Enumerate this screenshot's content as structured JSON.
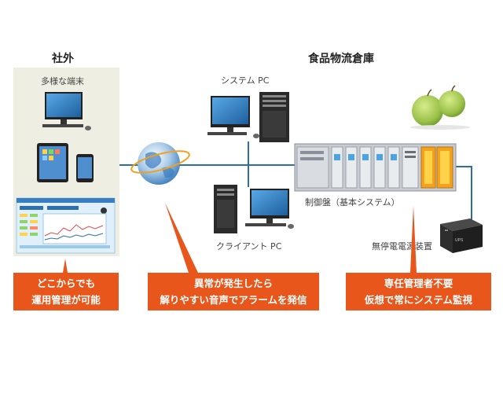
{
  "outside": {
    "title": "社外",
    "devices_label": "多様な端末"
  },
  "warehouse": {
    "title": "食品物流倉庫",
    "system_pc_label": "システム PC",
    "client_pc_label": "クライアント PC",
    "control_panel_label": "制御盤（基本システム）",
    "ups_label": "無停電電源装置",
    "ups_badge": "UPS"
  },
  "callouts": [
    {
      "line1": "どこからでも",
      "line2": "運用管理が可能"
    },
    {
      "line1": "異常が発生したら",
      "line2": "解りやすい音声でアラームを発信"
    },
    {
      "line1": "専任管理者不要",
      "line2": "仮想で常にシステム監視"
    }
  ],
  "colors": {
    "network_line": "#2c6fa8",
    "callout_bg": "#e8561b",
    "panel_bg": "#eeeee2",
    "apple": "#9cc24a"
  },
  "icons": [
    "monitor-icon",
    "tablet-icon",
    "smartphone-icon",
    "globe-icon",
    "tower-pc-icon",
    "plc-icon",
    "ups-icon",
    "apple-icon"
  ]
}
